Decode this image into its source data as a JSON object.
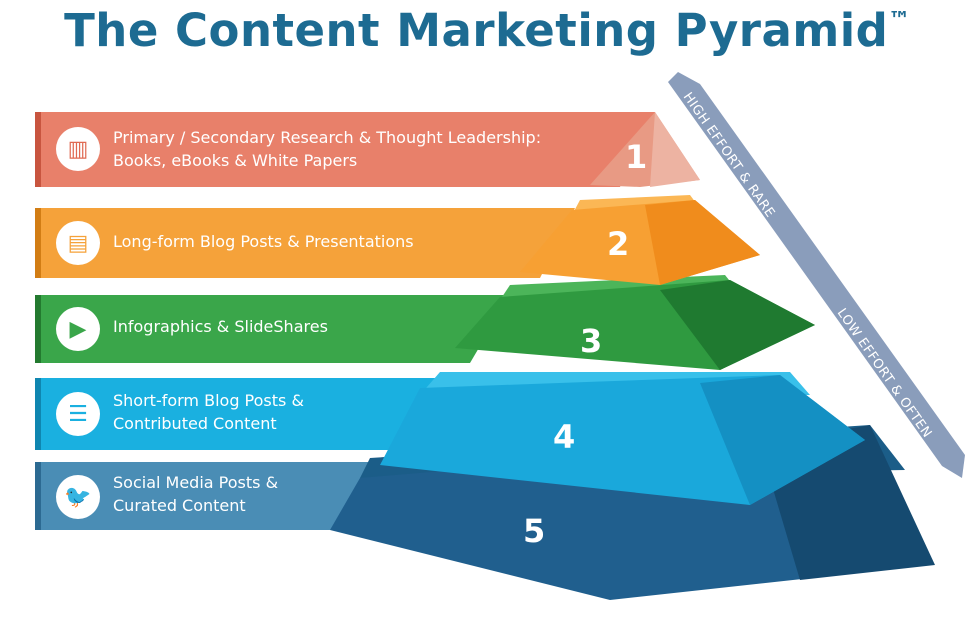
{
  "title": "The Content Marketing Pyramid",
  "trademark": "™",
  "axis": {
    "top_label": "HIGH EFFORT & RARE",
    "bottom_label": "LOW EFFORT & OFTEN"
  },
  "tiers": [
    {
      "number": "1",
      "line1": "Primary / Secondary Research & Thought Leadership:",
      "line2": "Books, eBooks & White Papers",
      "icon": "bar-chart-icon",
      "color": "#e8806a"
    },
    {
      "number": "2",
      "line1": "Long-form Blog Posts & Presentations",
      "line2": "",
      "icon": "book-icon",
      "color": "#f5a23a"
    },
    {
      "number": "3",
      "line1": "Infographics & SlideShares",
      "line2": "",
      "icon": "video-screen-icon",
      "color": "#3aa64a"
    },
    {
      "number": "4",
      "line1": "Short-form Blog Posts &",
      "line2": "Contributed Content",
      "icon": "list-icon",
      "color": "#1ab0e0"
    },
    {
      "number": "5",
      "line1": "Social Media Posts &",
      "line2": "Curated Content",
      "icon": "twitter-bird-icon",
      "color": "#4a8db5"
    }
  ]
}
